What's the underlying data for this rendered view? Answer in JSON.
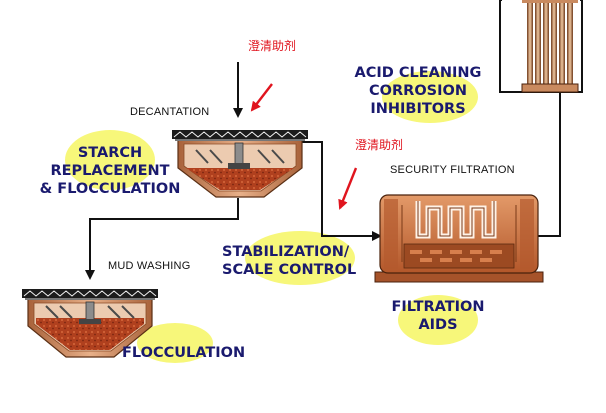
{
  "colors": {
    "label_text": "#1a1a6e",
    "highlight": "#f7f77a",
    "annotation": "#e0141e",
    "pipe": "#111111",
    "tank_shell": "#c9875a",
    "mud": "#b0401e",
    "filter_body": "#c8693a"
  },
  "labels": {
    "decantation": "DECANTATION",
    "mud_washing": "MUD WASHING",
    "security_filtration": "SECURITY FILTRATION",
    "clarifier_aid_1": "澄清助剂",
    "clarifier_aid_2": "澄清助剂",
    "starch": [
      "STARCH",
      "REPLACEMENT",
      "& FLOCCULATION"
    ],
    "stabilization": [
      "STABILIZATION/",
      "SCALE CONTROL"
    ],
    "filtration_aids": [
      "FILTRATION",
      "AIDS"
    ],
    "acid_cleaning": [
      "ACID CLEANING",
      "CORROSION",
      "INHIBITORS"
    ],
    "flocculation": "FLOCCULATION"
  },
  "icons": [
    "red-arrow-icon",
    "flow-arrow-icon",
    "thickener-tank-icon",
    "filter-unit-icon",
    "tube-heat-exchanger-icon"
  ]
}
